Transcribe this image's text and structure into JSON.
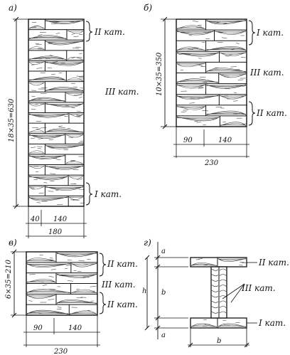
{
  "panels": {
    "a": {
      "letter": "а)",
      "height_label": "18×35=630",
      "width_parts": [
        "40",
        "140"
      ],
      "width_total": "180",
      "categories": [
        "II кат.",
        "III кат.",
        "I кат."
      ]
    },
    "b": {
      "letter": "б)",
      "height_label": "10×35=350",
      "width_parts": [
        "90",
        "140"
      ],
      "width_total": "230",
      "categories": [
        "I кат.",
        "III кат.",
        "II кат."
      ]
    },
    "v": {
      "letter": "в)",
      "height_label": "6×35=210",
      "width_parts": [
        "90",
        "140"
      ],
      "width_total": "230",
      "categories": [
        "II кат.",
        "III кат.",
        "II кат."
      ]
    },
    "g": {
      "letter": "г)",
      "dim_a_top": "a",
      "dim_h": "h",
      "dim_b_vertical": "b",
      "dim_a_bottom": "a",
      "dim_b_width": "b",
      "categories": [
        "II кат.",
        "III кат.",
        "I кат."
      ]
    }
  }
}
